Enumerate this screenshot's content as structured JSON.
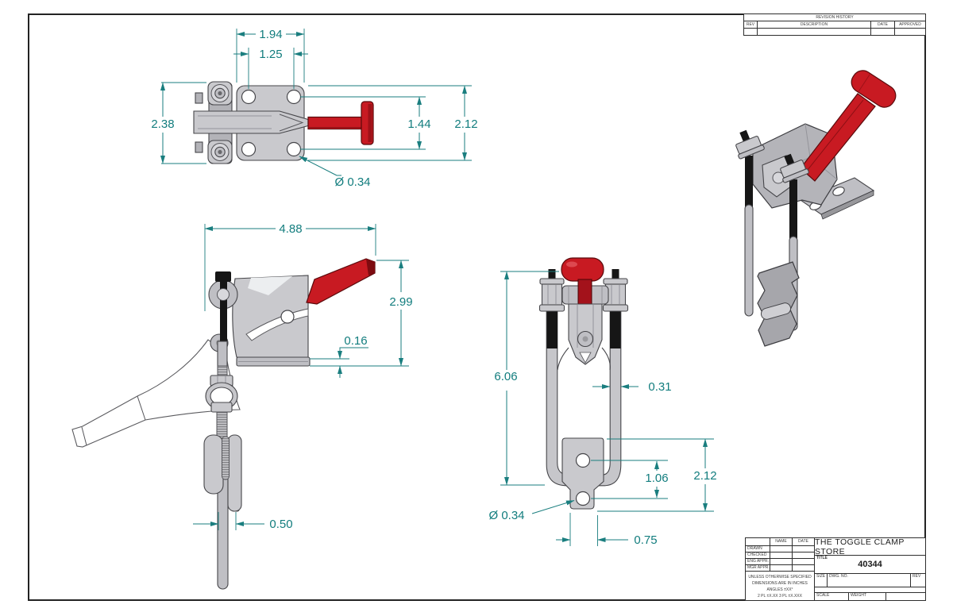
{
  "sheet": {
    "background": "#ffffff",
    "frame_color": "#232323",
    "dim_color": "#127d7e",
    "part_gray": "#c9c9cd",
    "part_red": "#c81a22",
    "thread_black": "#161616"
  },
  "revision_table": {
    "title": "REVISION HISTORY",
    "col_rev": "REV",
    "col_description": "DESCRIPTION",
    "col_date": "DATE",
    "col_approved": "APPROVED"
  },
  "title_block": {
    "name_header": "NAME",
    "date_header": "DATE",
    "row_drawn": "DRAWN",
    "row_checked": "CHECKED",
    "row_eng": "ENG APPR.",
    "row_mgr": "MGR APPR.",
    "note_line1": "UNLESS OTHERWISE SPECIFIED",
    "note_line2": "DIMENSIONS ARE IN INCHES",
    "note_line3": "ANGLES ±XX°",
    "note_line4": "2 PL ±X.XX 3 PL ±X.XXX",
    "company": "THE TOGGLE CLAMP STORE",
    "title_label": "TITLE",
    "part_number": "40344",
    "size_label": "SIZE",
    "dwg_no_label": "DWG. NO.",
    "rev_label": "REV",
    "scale_label": "SCALE",
    "weight_label": "WEIGHT"
  },
  "views": {
    "top": {
      "dim_width_outer": "1.94",
      "dim_width_inner": "1.25",
      "dim_height_overall": "2.38",
      "dim_hole_spacing_v": "1.44",
      "dim_plate_height": "2.12",
      "dim_hole_dia": "Ø 0.34"
    },
    "side": {
      "dim_length": "4.88",
      "dim_height": "2.99",
      "dim_flange": "0.16",
      "dim_rod": "0.50"
    },
    "front": {
      "dim_height": "6.06",
      "dim_rod_dia": "0.31",
      "dim_hole_spacing": "1.06",
      "dim_plate_height": "2.12",
      "dim_hole_dia": "Ø 0.34",
      "dim_tab_width": "0.75"
    }
  }
}
